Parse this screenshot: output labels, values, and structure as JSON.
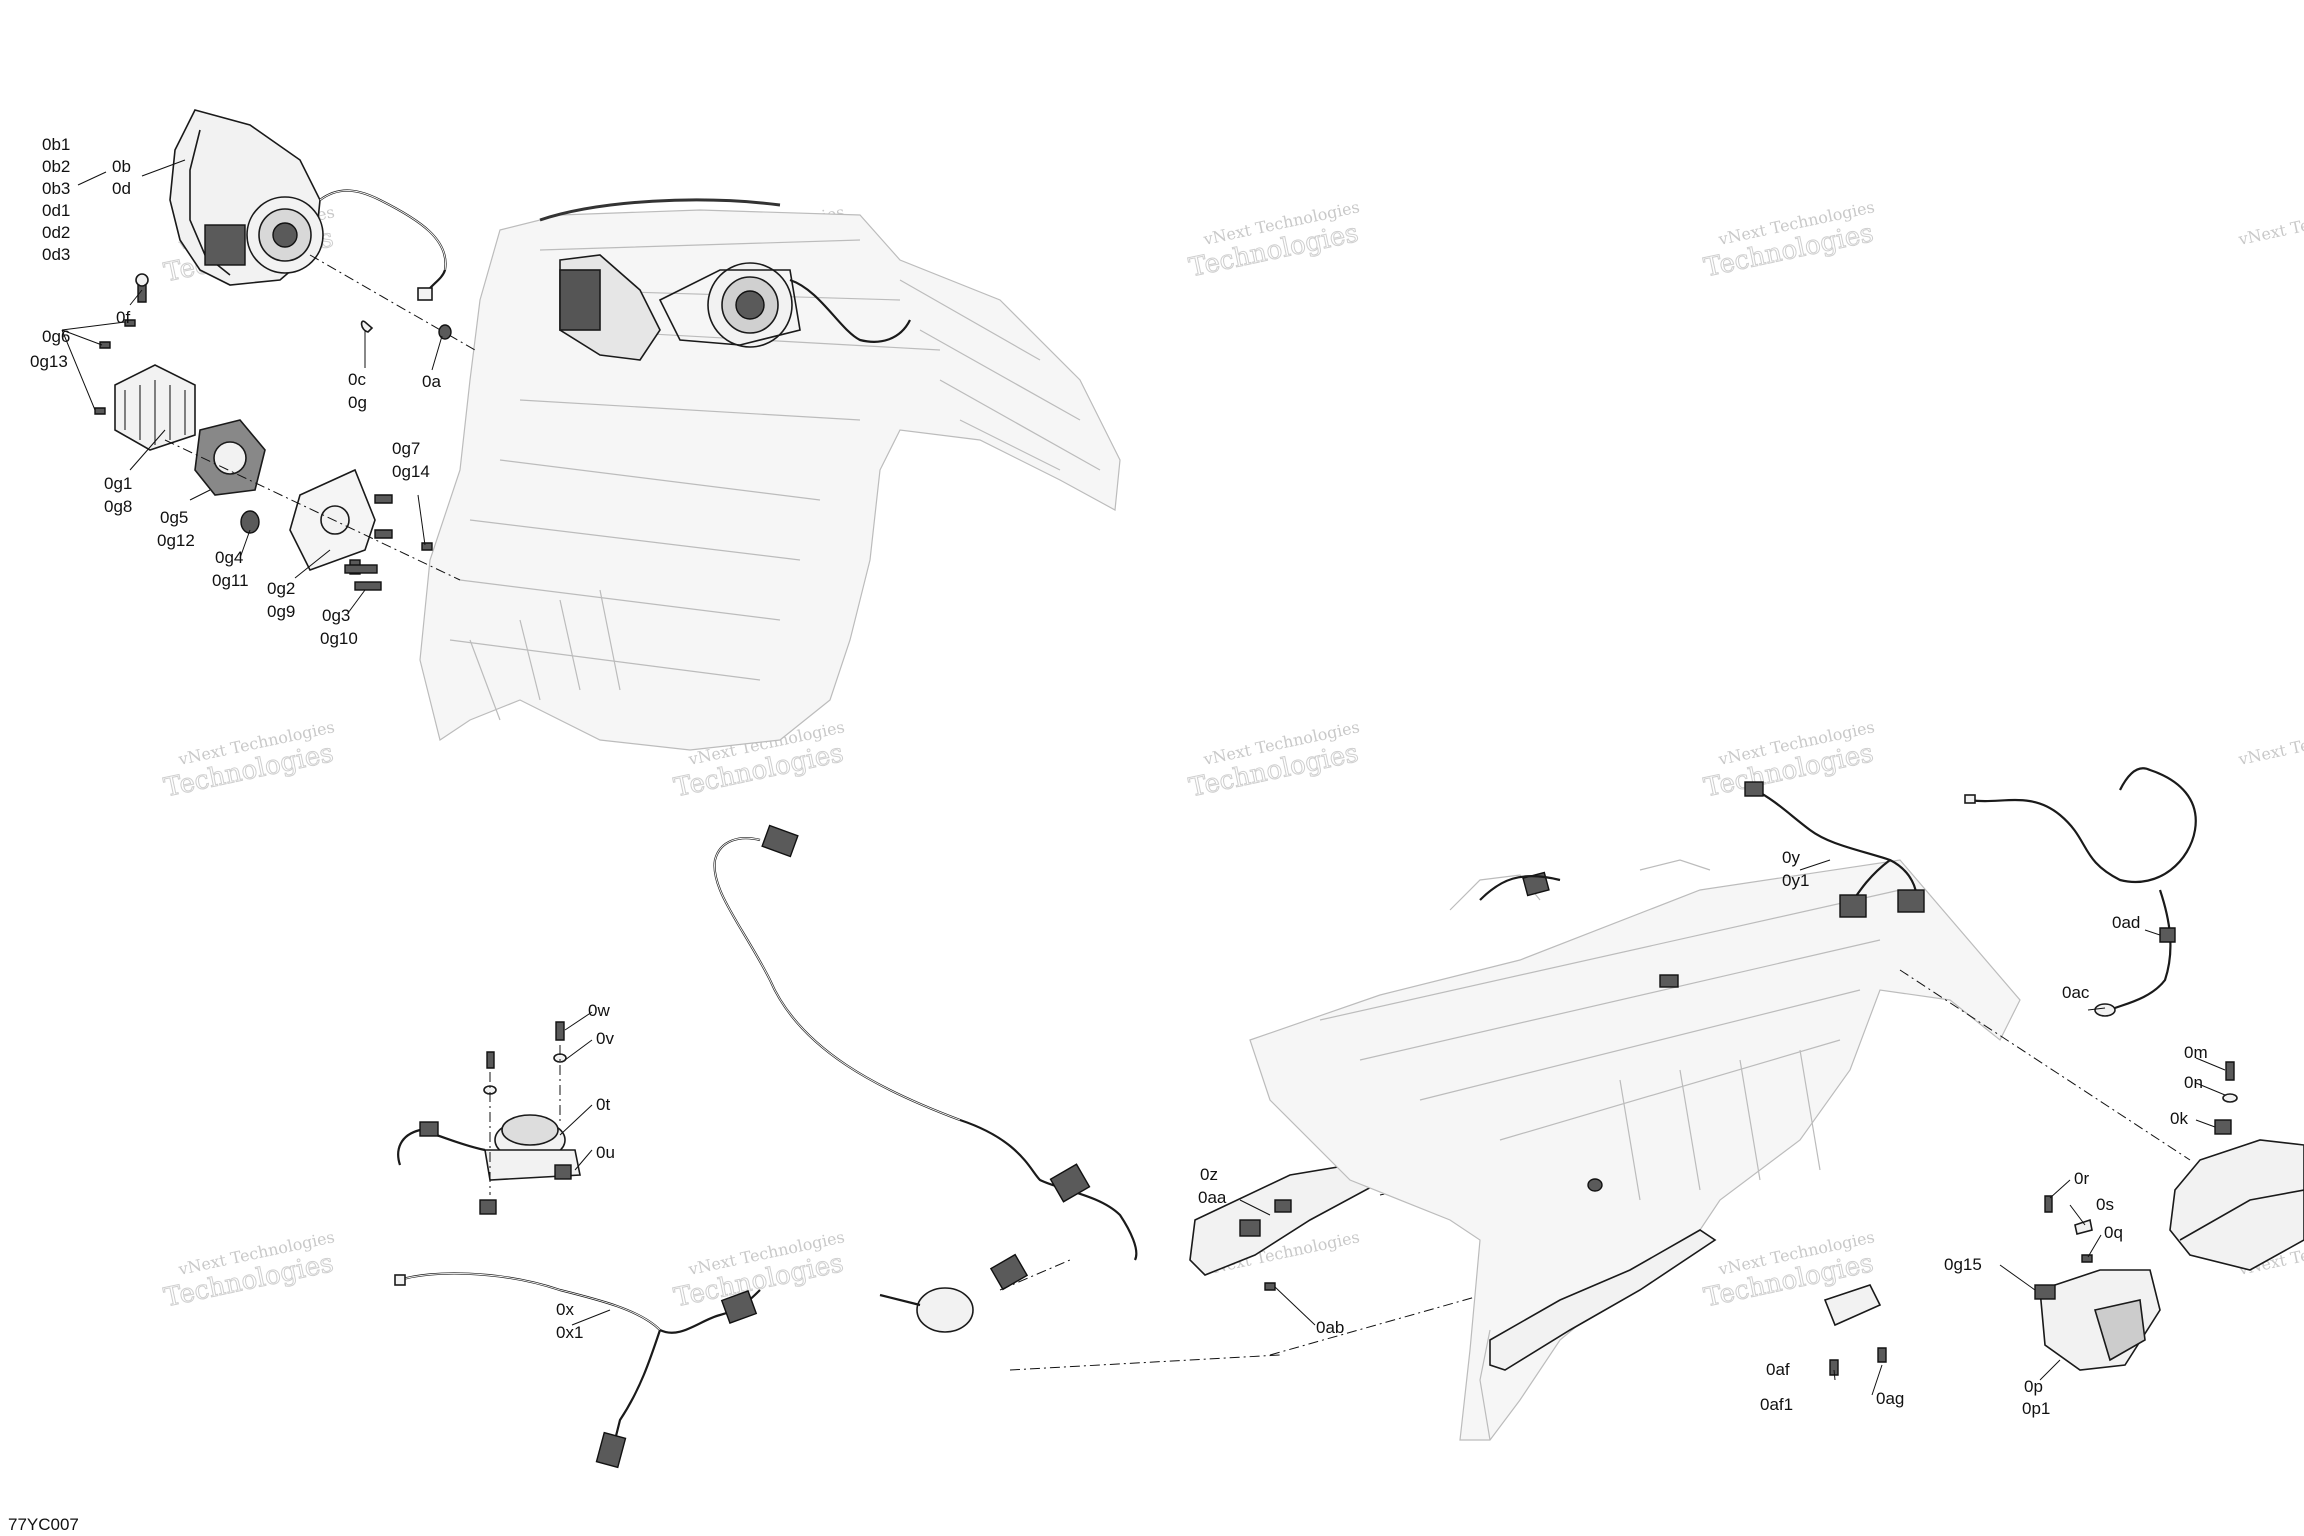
{
  "drawing_code": "77YC007",
  "watermark": {
    "line1": "vNext Technologies",
    "line2": "Technologies",
    "overlay": "vNext"
  },
  "callouts": {
    "ob_group": [
      "0b1",
      "0b2",
      "0b3",
      "0d1",
      "0d2",
      "0d3"
    ],
    "ob": "0b",
    "od": "0d",
    "of": "0f",
    "oc": "0c",
    "og": "0g",
    "oa": "0a",
    "og6": "0g6",
    "og13": "0g13",
    "og1": "0g1",
    "og8": "0g8",
    "og5": "0g5",
    "og12": "0g12",
    "og4": "0g4",
    "og11": "0g11",
    "og2": "0g2",
    "og9": "0g9",
    "og3": "0g3",
    "og10": "0g10",
    "og7": "0g7",
    "og14": "0g14",
    "ow": "0w",
    "ov": "0v",
    "ot": "0t",
    "ou": "0u",
    "ox": "0x",
    "ox1": "0x1",
    "oz": "0z",
    "oaa": "0aa",
    "oab": "0ab",
    "oy": "0y",
    "oy1": "0y1",
    "oad": "0ad",
    "oac": "0ac",
    "om": "0m",
    "on": "0n",
    "ok": "0k",
    "or": "0r",
    "os": "0s",
    "oq": "0q",
    "og15": "0g15",
    "oaf": "0af",
    "oaf1": "0af1",
    "oag": "0ag",
    "op": "0p",
    "op1": "0p1"
  }
}
